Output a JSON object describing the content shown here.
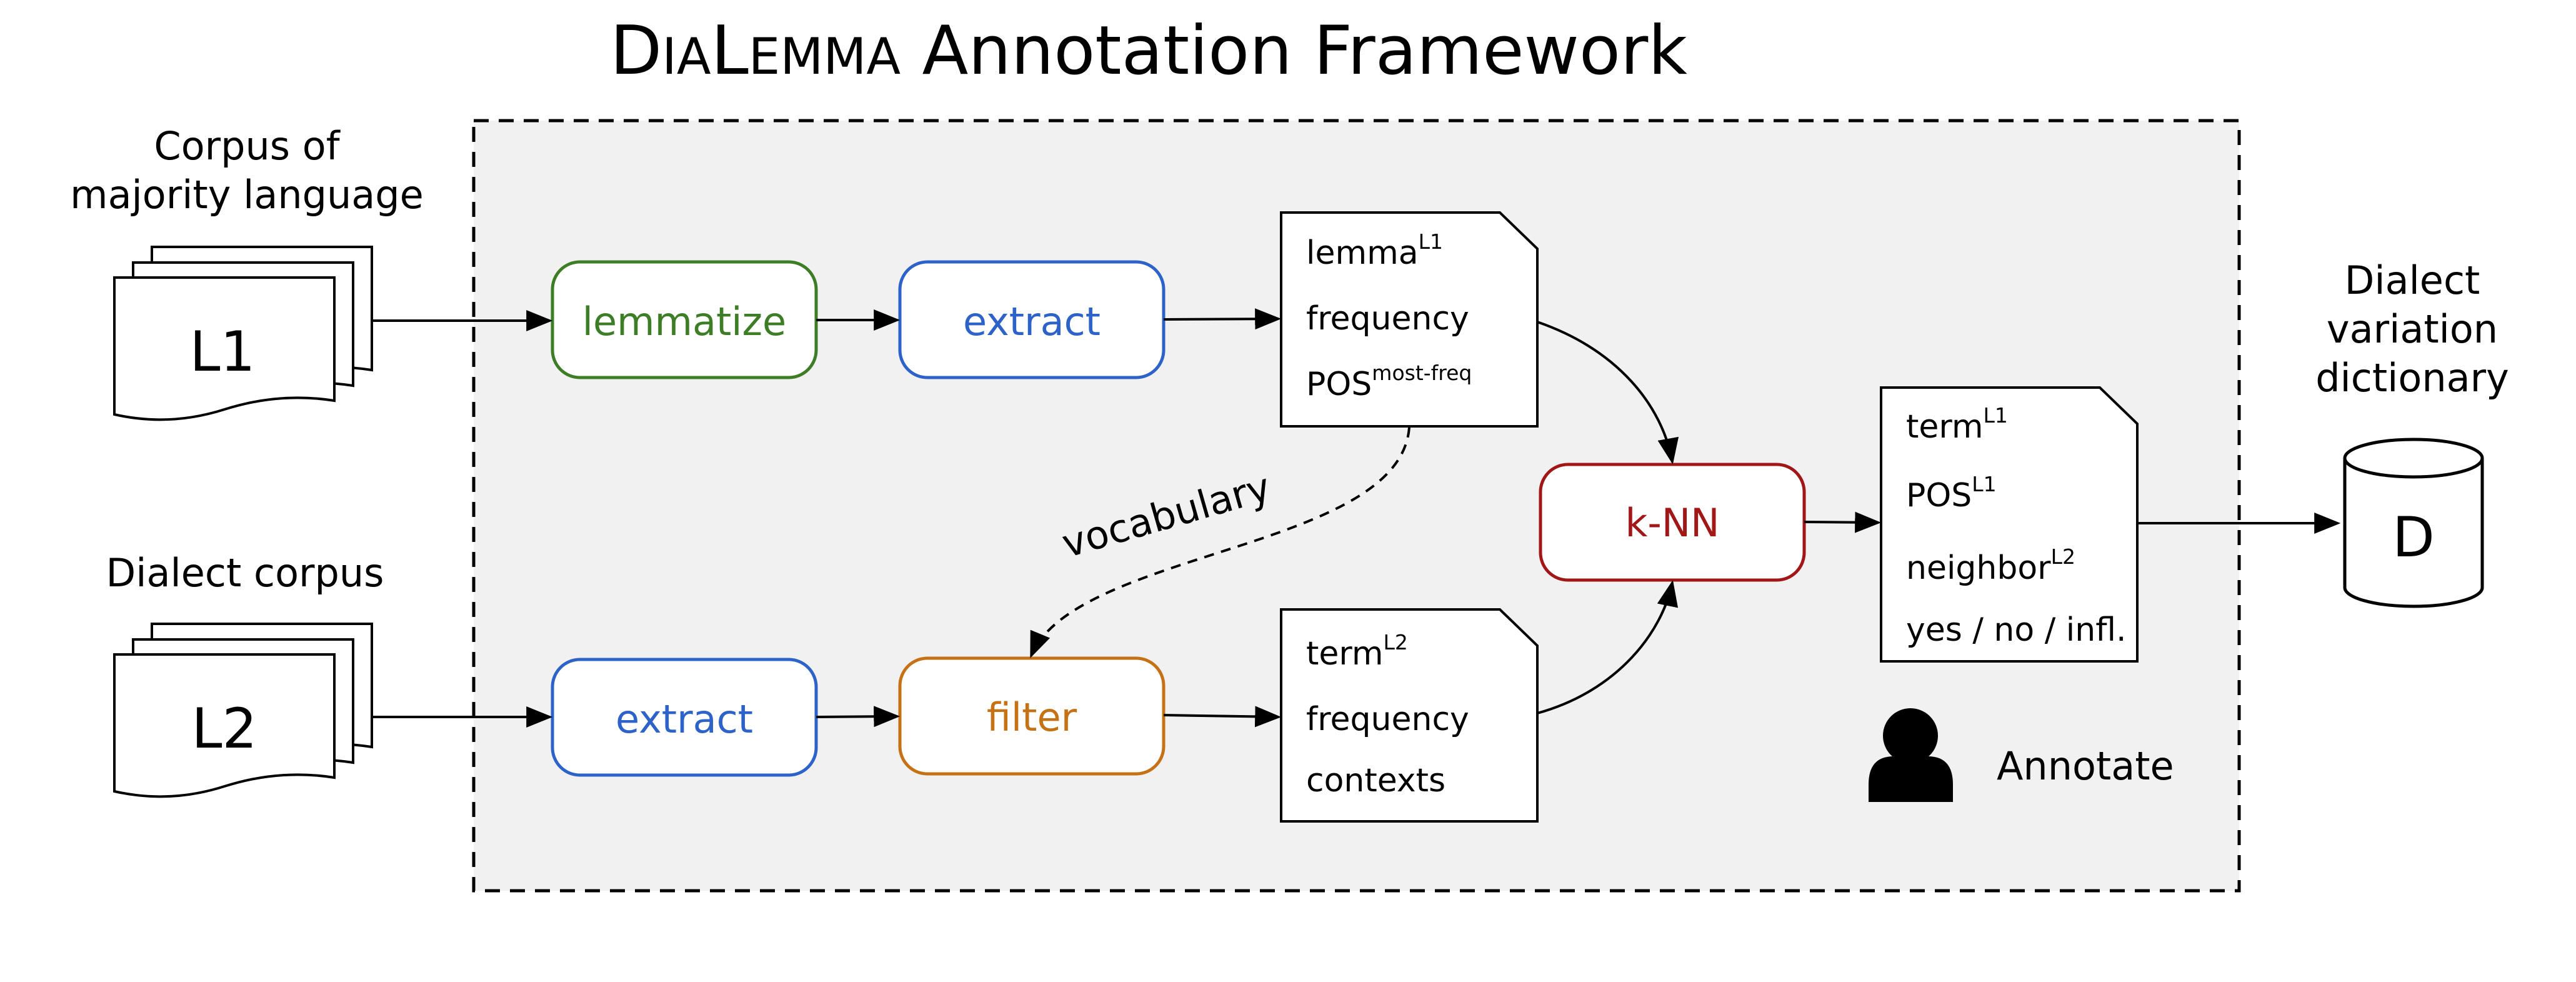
{
  "title": {
    "prefix_caps_1": "D",
    "prefix_small_1": "IA",
    "prefix_caps_2": "L",
    "prefix_small_2": "EMMA",
    "rest": "Annotation Framework"
  },
  "inputs": {
    "l1": {
      "caption_line1": "Corpus of",
      "caption_line2": "majority language",
      "doc_label": "L1"
    },
    "l2": {
      "caption": "Dialect corpus",
      "doc_label": "L2"
    }
  },
  "steps": {
    "lemmatize": "lemmatize",
    "extract_l1": "extract",
    "extract_l2": "extract",
    "filter": "filter",
    "knn": "k-NN"
  },
  "cards": {
    "l1_vocab": {
      "field1": "lemma",
      "field1_sup": "L1",
      "field2": "frequency",
      "field3": "POS",
      "field3_sup": "most-freq"
    },
    "l2_terms": {
      "field1": "term",
      "field1_sup": "L2",
      "field2": "frequency",
      "field3": "contexts"
    },
    "output": {
      "field1": "term",
      "field1_sup": "L1",
      "field2": "POS",
      "field2_sup": "L1",
      "field3": "neighbor",
      "field3_sup": "L2",
      "field4": "yes / no / infl."
    }
  },
  "edge_label_vocabulary": "vocabulary",
  "annotate_label": "Annotate",
  "dictionary": {
    "caption_line1": "Dialect",
    "caption_line2": "variation",
    "caption_line3": "dictionary",
    "label": "D"
  },
  "colors": {
    "lemmatize": "#3c7d26",
    "extract": "#2d62c9",
    "filter": "#c57115",
    "knn": "#a11616",
    "frame_bg": "#f1f1f1"
  },
  "icons": {
    "annotator": "person-icon",
    "database": "database-cylinder-icon"
  }
}
